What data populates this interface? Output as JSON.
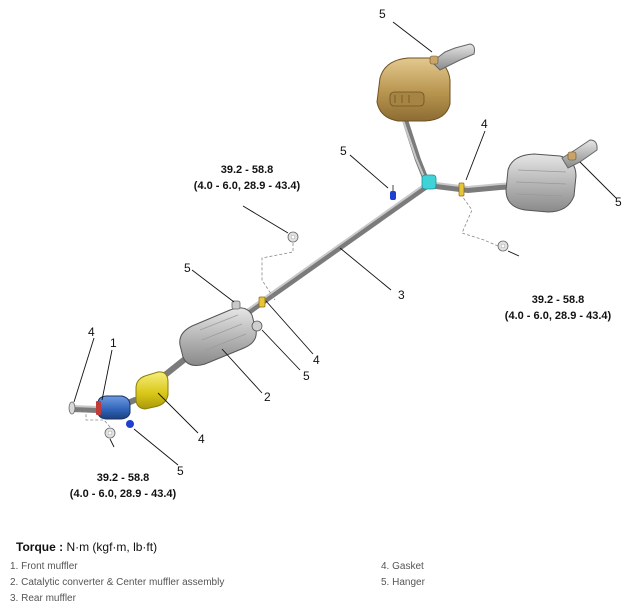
{
  "diagram": {
    "callouts": {
      "c1": "1",
      "c2": "2",
      "c3": "3",
      "c4a": "4",
      "c4b": "4",
      "c4c": "4",
      "c4d": "4",
      "c5a": "5",
      "c5b": "5",
      "c5c": "5",
      "c5d": "5",
      "c5e": "5",
      "c5f": "5"
    },
    "torque_specs": [
      {
        "primary": "39.2 - 58.8",
        "secondary": "(4.0 - 6.0, 28.9 - 43.4)"
      },
      {
        "primary": "39.2 - 58.8",
        "secondary": "(4.0 - 6.0, 28.9 - 43.4)"
      },
      {
        "primary": "39.2 - 58.8",
        "secondary": "(4.0 - 6.0, 28.9 - 43.4)"
      }
    ]
  },
  "legend": {
    "title": "Torque : ",
    "unit": "N·m (kgf·m, lb·ft)",
    "items": [
      "1.  Front muffler",
      "2.  Catalytic converter & Center muffler assembly",
      "3. Rear muffler",
      "4. Gasket",
      "5. Hanger"
    ]
  },
  "colors": {
    "front_muffler": "#2f63b8",
    "catalytic_converter": "#e3d21c",
    "junction": "#3fd3d8",
    "rear_muffler_gold": "#c2a25f",
    "hanger_blue": "#1f3fd0",
    "gasket_yellow": "#e8c437"
  }
}
